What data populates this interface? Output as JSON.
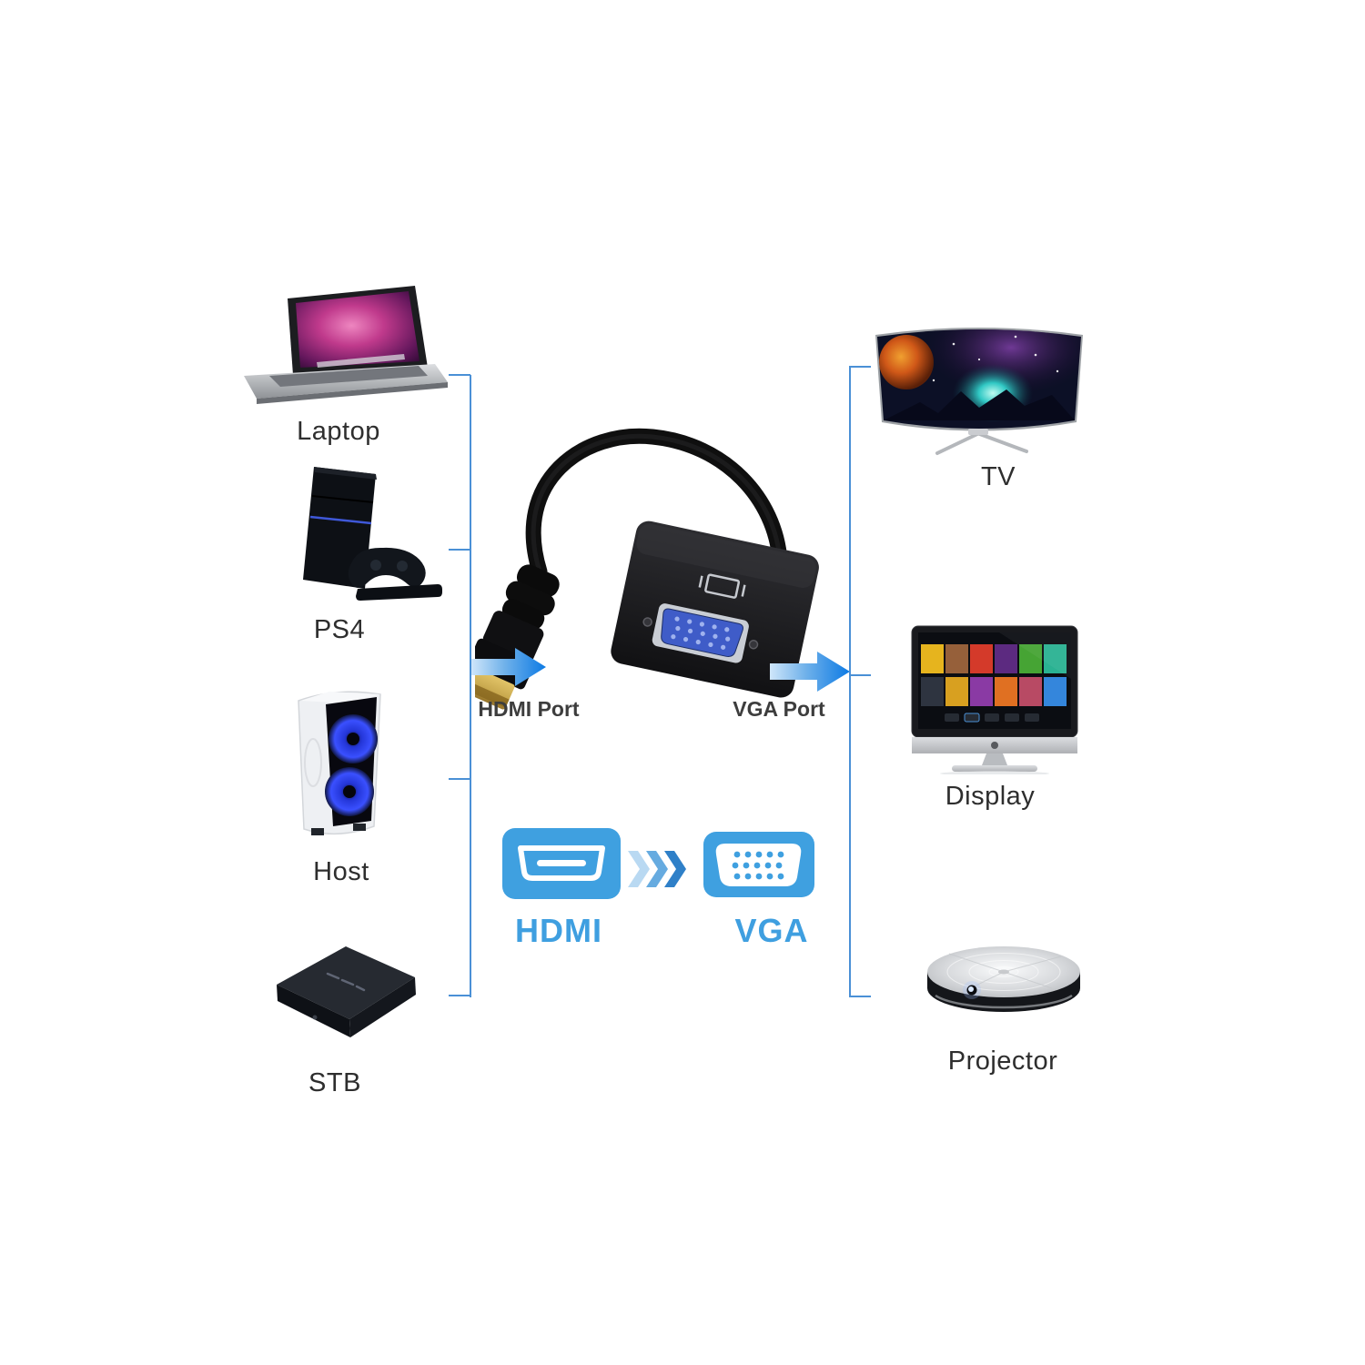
{
  "sources": {
    "items": [
      {
        "label": "Laptop"
      },
      {
        "label": "PS4"
      },
      {
        "label": "Host"
      },
      {
        "label": "STB"
      }
    ]
  },
  "outputs": {
    "items": [
      {
        "label": "TV"
      },
      {
        "label": "Display"
      },
      {
        "label": "Projector"
      }
    ]
  },
  "adapter": {
    "hdmi_port_label": "HDMI Port",
    "vga_port_label": "VGA Port"
  },
  "conversion": {
    "from_label": "HDMI",
    "to_label": "VGA"
  },
  "icons": {
    "source_icons": [
      "laptop-icon",
      "ps4-icon",
      "host-tower-icon",
      "stb-box-icon"
    ],
    "output_icons": [
      "tv-icon",
      "display-icon",
      "projector-icon"
    ],
    "center_icons": [
      "hdmi-cable-adapter-illustration",
      "arrow-right-icon",
      "hdmi-port-icon",
      "chevron-right-icon",
      "vga-port-icon"
    ]
  },
  "colors": {
    "background": "#ffffff",
    "connector_line_blue": "#4a90d6",
    "arrow_blue": "#0d7ae4",
    "arrow_blue_light": "#cfe6fa",
    "port_icon_blue": "#3fa0e0",
    "io_label_blue": "#3f9fe0",
    "device_label_color": "#2e2e2e",
    "port_label_color": "#3d3d3d",
    "chevron_1": "#b9d9f2",
    "chevron_2": "#66abe0",
    "chevron_3": "#2f80c8",
    "vga_port_fill": "#3f5cc8",
    "hdmi_gold": "#d8b860"
  }
}
